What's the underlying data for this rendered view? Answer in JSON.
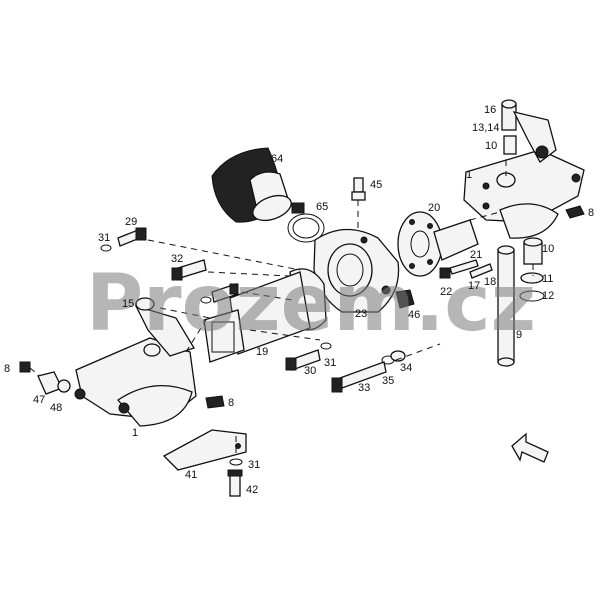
{
  "watermark": "Prozem.cz",
  "callouts": {
    "c64": "64",
    "c65": "65",
    "c45": "45",
    "c16": "16",
    "c1314": "13,14",
    "c10a": "10",
    "c1a": "1",
    "c8a": "8",
    "c20": "20",
    "c29": "29",
    "c31a": "31",
    "c32": "32",
    "c21": "21",
    "c17": "17",
    "c18": "18",
    "c10b": "10",
    "c11": "11",
    "c12": "12",
    "c15": "15",
    "c22": "22",
    "c23": "23",
    "c46": "46",
    "c9": "9",
    "c19": "19",
    "c8b": "8",
    "c30": "30",
    "c31b": "31",
    "c47": "47",
    "c48": "48",
    "c33": "33",
    "c35": "35",
    "c34": "34",
    "c8c": "8",
    "c1b": "1",
    "c41": "41",
    "c31c": "31",
    "c42": "42"
  },
  "icons": {
    "direction_arrow": "arrow-icon"
  }
}
